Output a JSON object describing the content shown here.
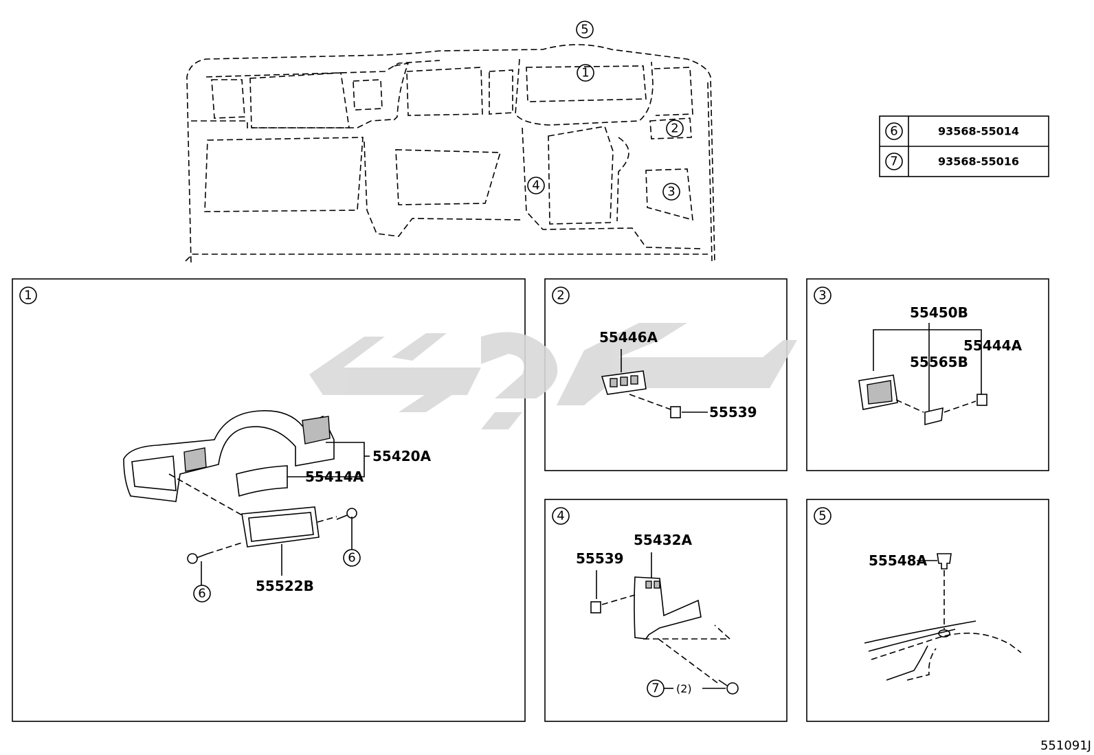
{
  "diagram_code": "551091J",
  "overview_markers": [
    "1",
    "2",
    "3",
    "4",
    "5"
  ],
  "reference_table": [
    {
      "ref": "6",
      "part_no": "93568-55014"
    },
    {
      "ref": "7",
      "part_no": "93568-55016"
    }
  ],
  "panels": [
    {
      "id": "1",
      "labels": {
        "a": "55420A",
        "b": "55414A",
        "c": "55522B"
      },
      "refs": [
        "6",
        "6"
      ]
    },
    {
      "id": "2",
      "labels": {
        "a": "55446A",
        "b": "55539"
      }
    },
    {
      "id": "3",
      "labels": {
        "a": "55450B",
        "b": "55565B",
        "c": "55444A"
      }
    },
    {
      "id": "4",
      "labels": {
        "a": "55432A",
        "b": "55539",
        "qty": "(2)"
      },
      "refs": [
        "7"
      ]
    },
    {
      "id": "5",
      "labels": {
        "a": "55548A"
      }
    }
  ],
  "watermark": "decorative-logo"
}
